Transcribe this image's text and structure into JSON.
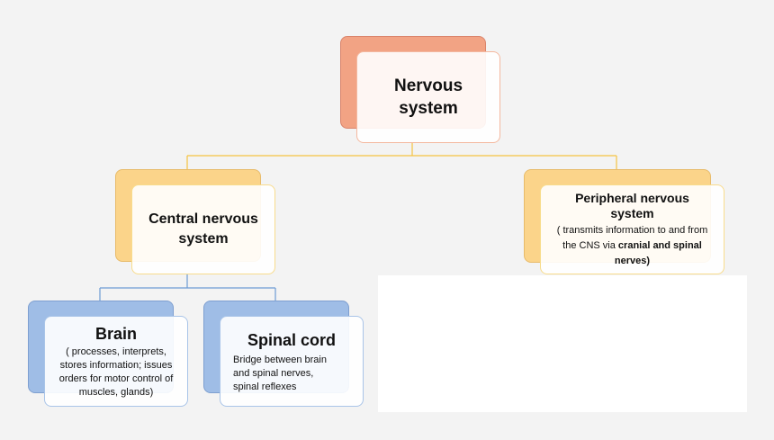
{
  "root": {
    "title": "Nervous system"
  },
  "central": {
    "title": "Central nervous system"
  },
  "peripheral": {
    "title": "Peripheral nervous system",
    "desc_prefix": "( transmits information to and from the CNS via",
    "desc_bold": "cranial and spinal nerves)"
  },
  "brain": {
    "title": "Brain",
    "desc": "( processes, interprets, stores information; issues orders  for motor control of muscles, glands)"
  },
  "spinal": {
    "title": "Spinal cord",
    "desc_lines": [
      "Bridge between brain",
      "and spinal nerves,",
      "spinal reflexes"
    ]
  },
  "colors": {
    "root": "#f2a384",
    "level2": "#fbd48a",
    "level3": "#9fbde6",
    "connector_orange": "#f5c342",
    "connector_blue": "#6d9bd4"
  }
}
